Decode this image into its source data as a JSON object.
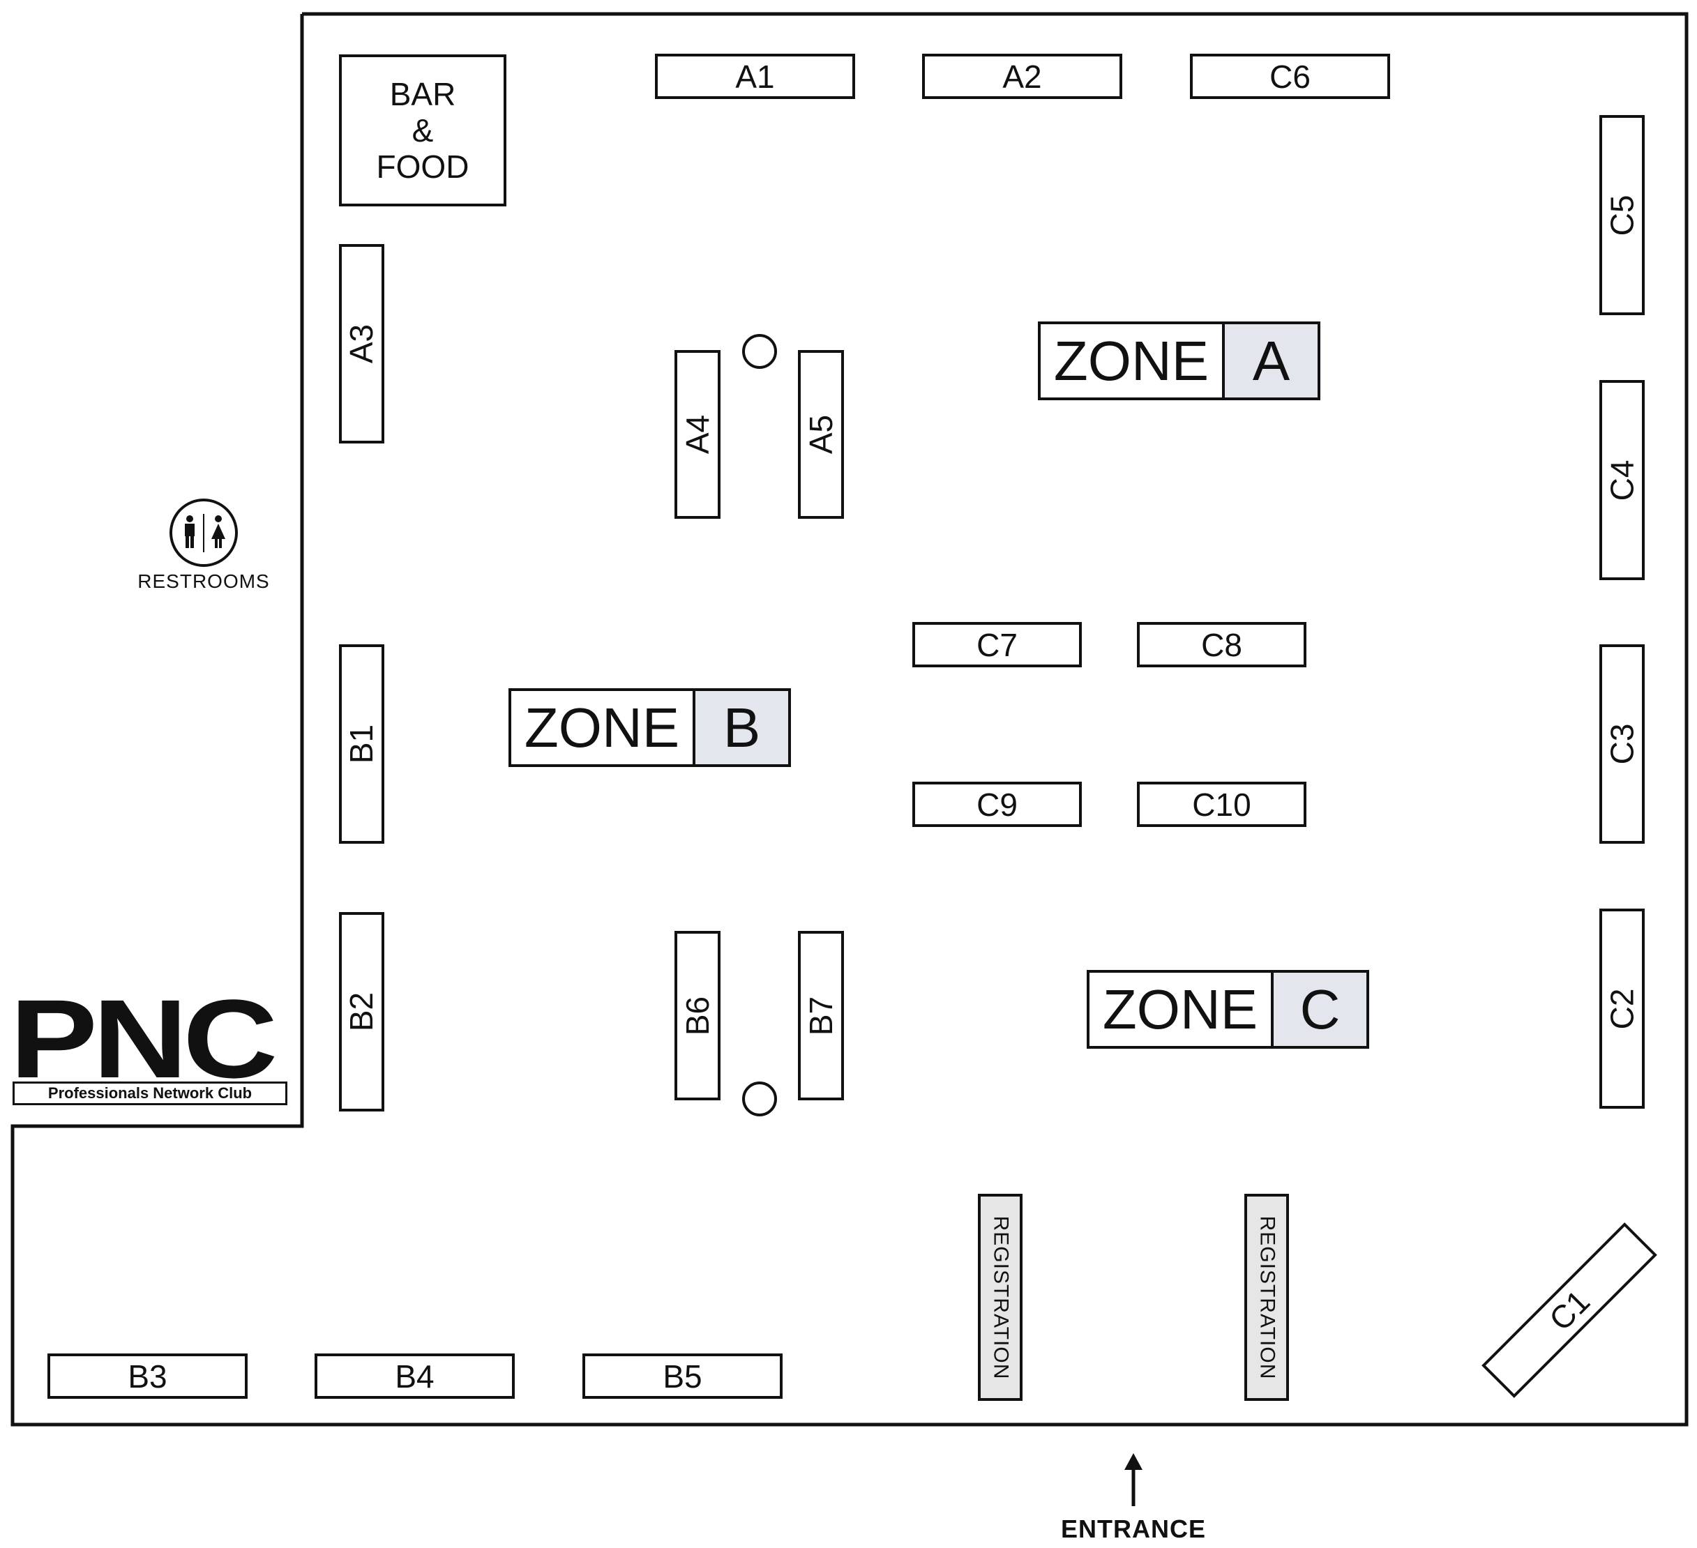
{
  "map": {
    "zones": [
      {
        "key": "a",
        "word": "ZONE",
        "letter": "A"
      },
      {
        "key": "b",
        "word": "ZONE",
        "letter": "B"
      },
      {
        "key": "c",
        "word": "ZONE",
        "letter": "C"
      }
    ],
    "booths": {
      "A1": "A1",
      "A2": "A2",
      "A3": "A3",
      "A4": "A4",
      "A5": "A5",
      "B1": "B1",
      "B2": "B2",
      "B3": "B3",
      "B4": "B4",
      "B5": "B5",
      "B6": "B6",
      "B7": "B7",
      "C1": "C1",
      "C2": "C2",
      "C3": "C3",
      "C4": "C4",
      "C5": "C5",
      "C6": "C6",
      "C7": "C7",
      "C8": "C8",
      "C9": "C9",
      "C10": "C10"
    },
    "bar_food": {
      "line1": "BAR",
      "line2": "&",
      "line3": "FOOD"
    },
    "registration": [
      "REGISTRATION",
      "REGISTRATION"
    ],
    "restrooms_label": "RESTROOMS",
    "entrance_label": "ENTRANCE",
    "logo": {
      "mark": "PNC",
      "name": "Professionals Network Club"
    },
    "colors": {
      "line": "#111111",
      "zone_letter_bg": "#e3e6ec",
      "registration_bg": "#e6e6e6"
    },
    "icons": [
      "restroom-icon",
      "entrance-arrow-icon",
      "pillar-icon"
    ]
  }
}
